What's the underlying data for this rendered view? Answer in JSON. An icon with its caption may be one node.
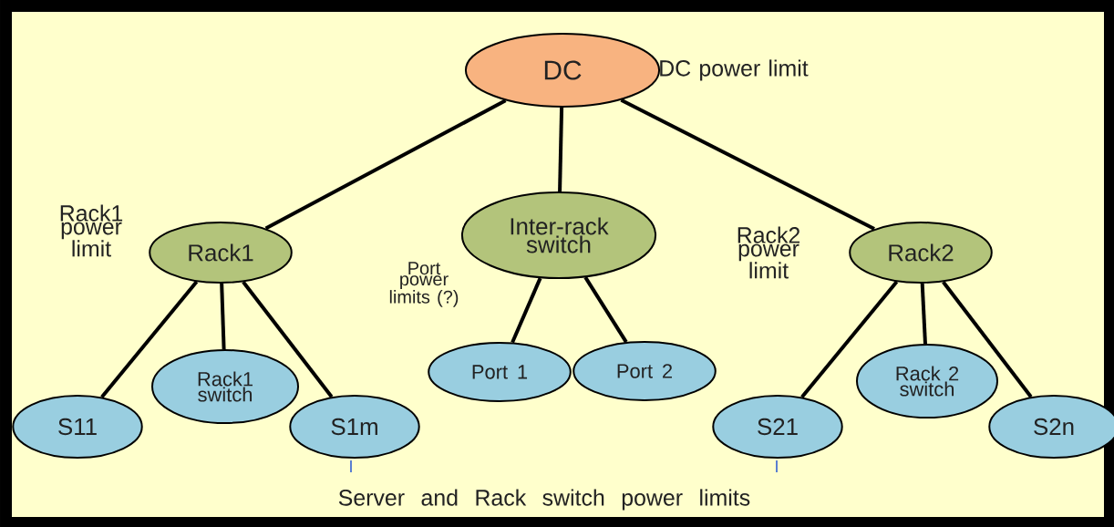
{
  "diagram": {
    "nodes": [
      {
        "text": [
          "DC"
        ],
        "beside": [
          "DC power limit"
        ]
      },
      {
        "text": [
          "Rack1"
        ],
        "beside": [
          "Rack1 power limit"
        ]
      },
      {
        "text": [
          "Inter-rack switch"
        ]
      },
      {
        "text": [
          "Rack2"
        ],
        "beside": [
          "Rack2 power limit"
        ]
      },
      {
        "text": [
          "S11"
        ]
      },
      {
        "text": [
          "Rack1 switch"
        ]
      },
      {
        "text": [
          "S1m"
        ]
      },
      {
        "text": [
          "Port 1"
        ]
      },
      {
        "text": [
          "Port 2"
        ]
      },
      {
        "text": [
          "S21"
        ]
      },
      {
        "text": [
          "Rack 2 switch"
        ]
      },
      {
        "text": [
          "S2n"
        ]
      }
    ],
    "edges": [
      {
        "from": 0,
        "to": 1,
        "arrow": "none"
      },
      {
        "from": 0,
        "to": 2,
        "arrow": "none"
      },
      {
        "from": 0,
        "to": 3,
        "arrow": "none"
      },
      {
        "from": 1,
        "to": 4,
        "arrow": "none"
      },
      {
        "from": 1,
        "to": 5,
        "arrow": "none"
      },
      {
        "from": 1,
        "to": 6,
        "arrow": "none"
      },
      {
        "from": 2,
        "to": 7,
        "arrow": "none"
      },
      {
        "from": 2,
        "to": 8,
        "arrow": "none"
      },
      {
        "from": 3,
        "to": 9,
        "arrow": "none"
      },
      {
        "from": 3,
        "to": 10,
        "arrow": "none"
      },
      {
        "from": 3,
        "to": 11,
        "arrow": "none"
      }
    ],
    "labels": [
      "Port power limits (?)",
      "Server and Rack switch power limits"
    ]
  }
}
